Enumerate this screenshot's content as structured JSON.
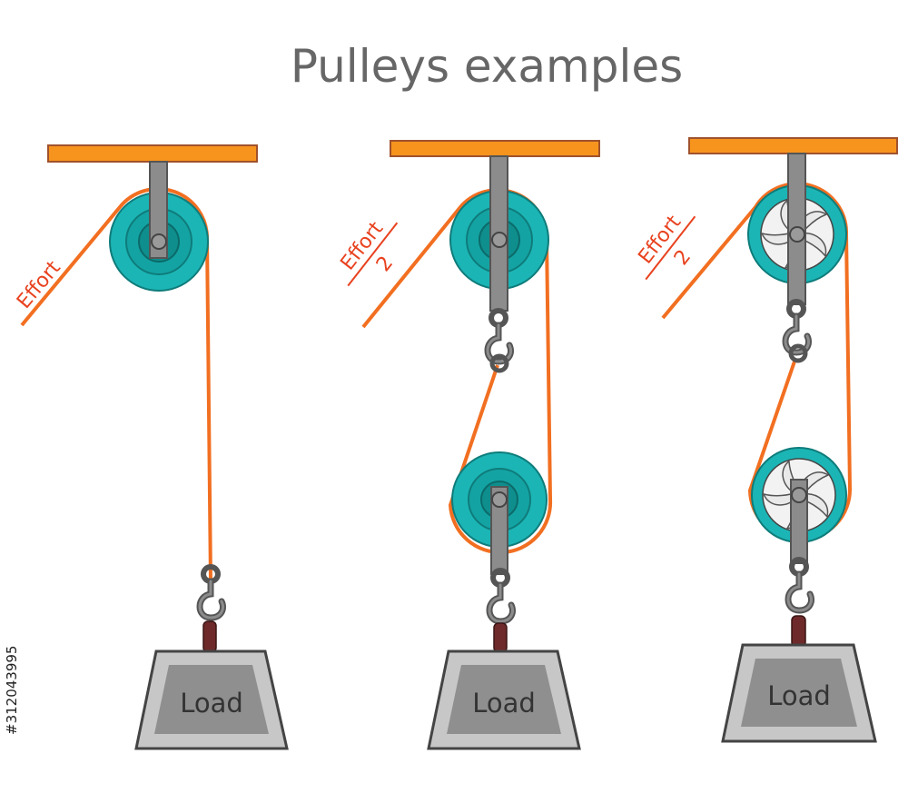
{
  "title": "Pulleys examples",
  "watermark": "#312043995",
  "diagrams": [
    {
      "effort": "Effort",
      "effort_denominator": "",
      "load": "Load"
    },
    {
      "effort": "Effort",
      "effort_denominator": "2",
      "load": "Load"
    },
    {
      "effort": "Effort",
      "effort_denominator": "2",
      "load": "Load"
    }
  ],
  "colors": {
    "beam": "#f7941d",
    "beam_border": "#a0522d",
    "rope": "#f26f21",
    "effort_text": "#e8421f",
    "pulley_teal": "#1cb5b5",
    "pulley_dark": "#0e7c7b",
    "steel": "#8c8c8c",
    "load_outer": "#c7c7c7",
    "load_inner": "#8f8f8f"
  }
}
